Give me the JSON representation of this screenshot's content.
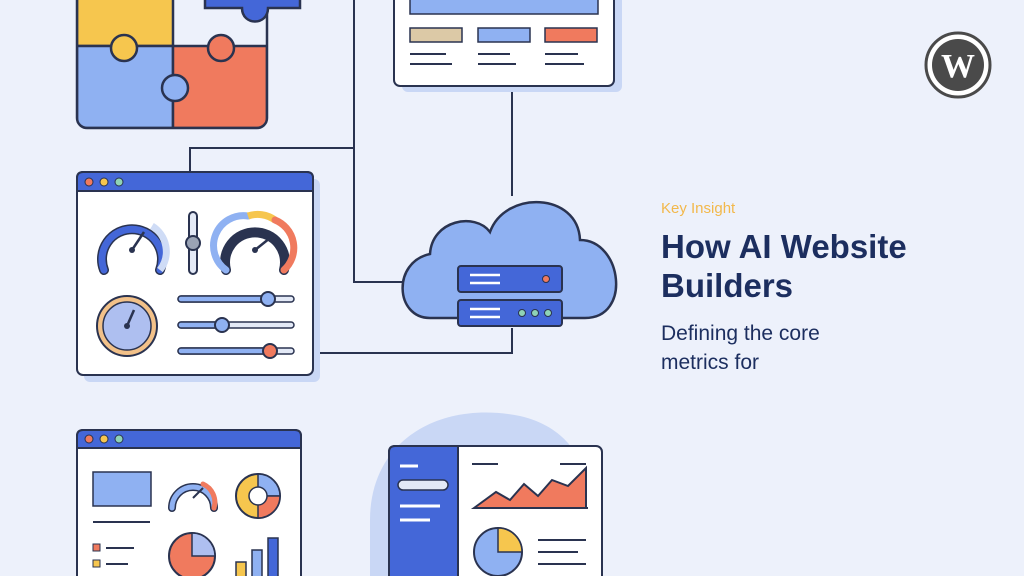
{
  "eyebrow": "Key Insight",
  "headline": {
    "line1": "How AI Website",
    "line2": "Builders"
  },
  "subtitle": {
    "line1": "Defining the core",
    "line2": "metrics for"
  },
  "logo": {
    "icon": "wordpress-logo-icon",
    "letter": "W"
  },
  "colors": {
    "background": "#edf1fb",
    "navy": "#1c2e5f",
    "accent_yellow": "#f2b84b",
    "blue": "#8fb1f2",
    "royal_blue": "#4467d8",
    "coral": "#f07a5e",
    "beige": "#dcc9a6"
  }
}
